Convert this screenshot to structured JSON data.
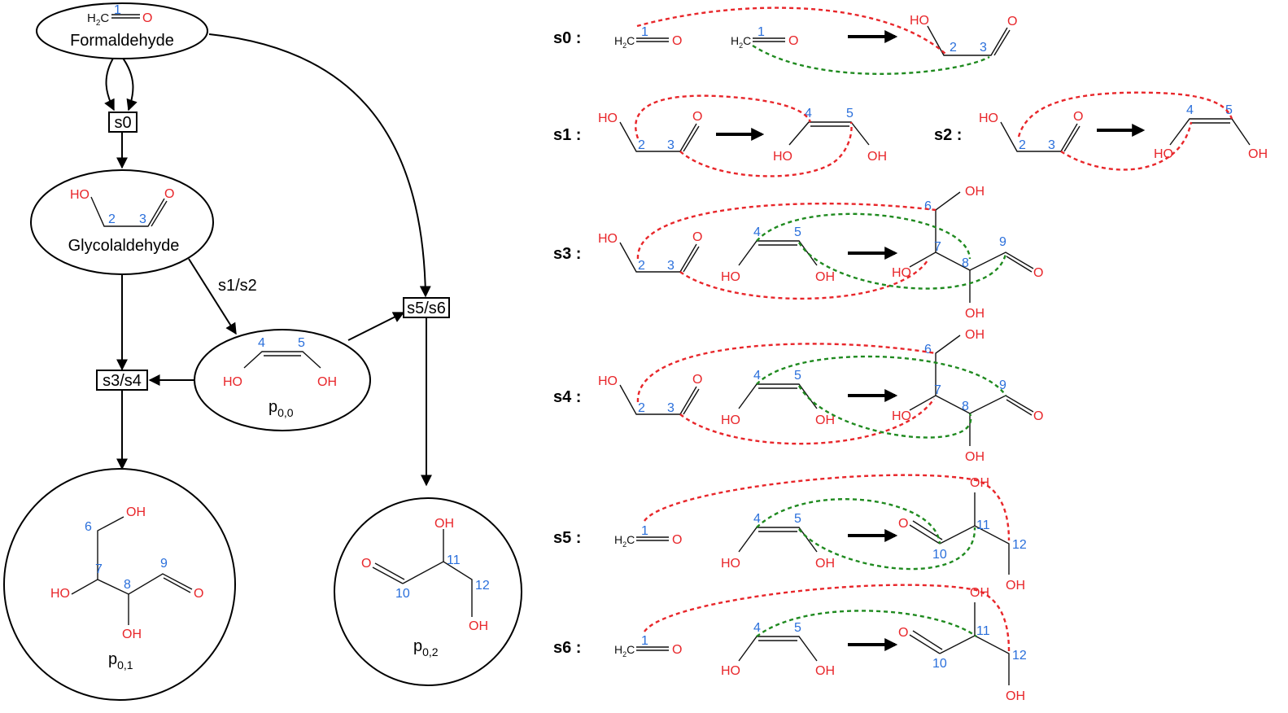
{
  "colors": {
    "atom_label": "#e8262a",
    "carbon_index": "#2a6fdb",
    "bond": "#111111",
    "red_mapping": "#e8262a",
    "green_mapping": "#1f8a1f"
  },
  "network": {
    "nodes": {
      "formaldehyde": "Formaldehyde",
      "glycolaldehyde": "Glycolaldehyde",
      "p00_base": "p",
      "p00_sub": "0,0",
      "p01_base": "p",
      "p01_sub": "0,1",
      "p02_base": "p",
      "p02_sub": "0,2"
    },
    "reaction_boxes": {
      "s0": "s0",
      "s34": "s3/s4",
      "s56": "s5/s6"
    },
    "edge_labels": {
      "s12": "s1/s2"
    }
  },
  "reactions": [
    {
      "id": "s0",
      "label": "s0 :"
    },
    {
      "id": "s1",
      "label": "s1 :"
    },
    {
      "id": "s2",
      "label": "s2 :"
    },
    {
      "id": "s3",
      "label": "s3 :"
    },
    {
      "id": "s4",
      "label": "s4 :"
    },
    {
      "id": "s5",
      "label": "s5 :"
    },
    {
      "id": "s6",
      "label": "s6 :"
    }
  ]
}
